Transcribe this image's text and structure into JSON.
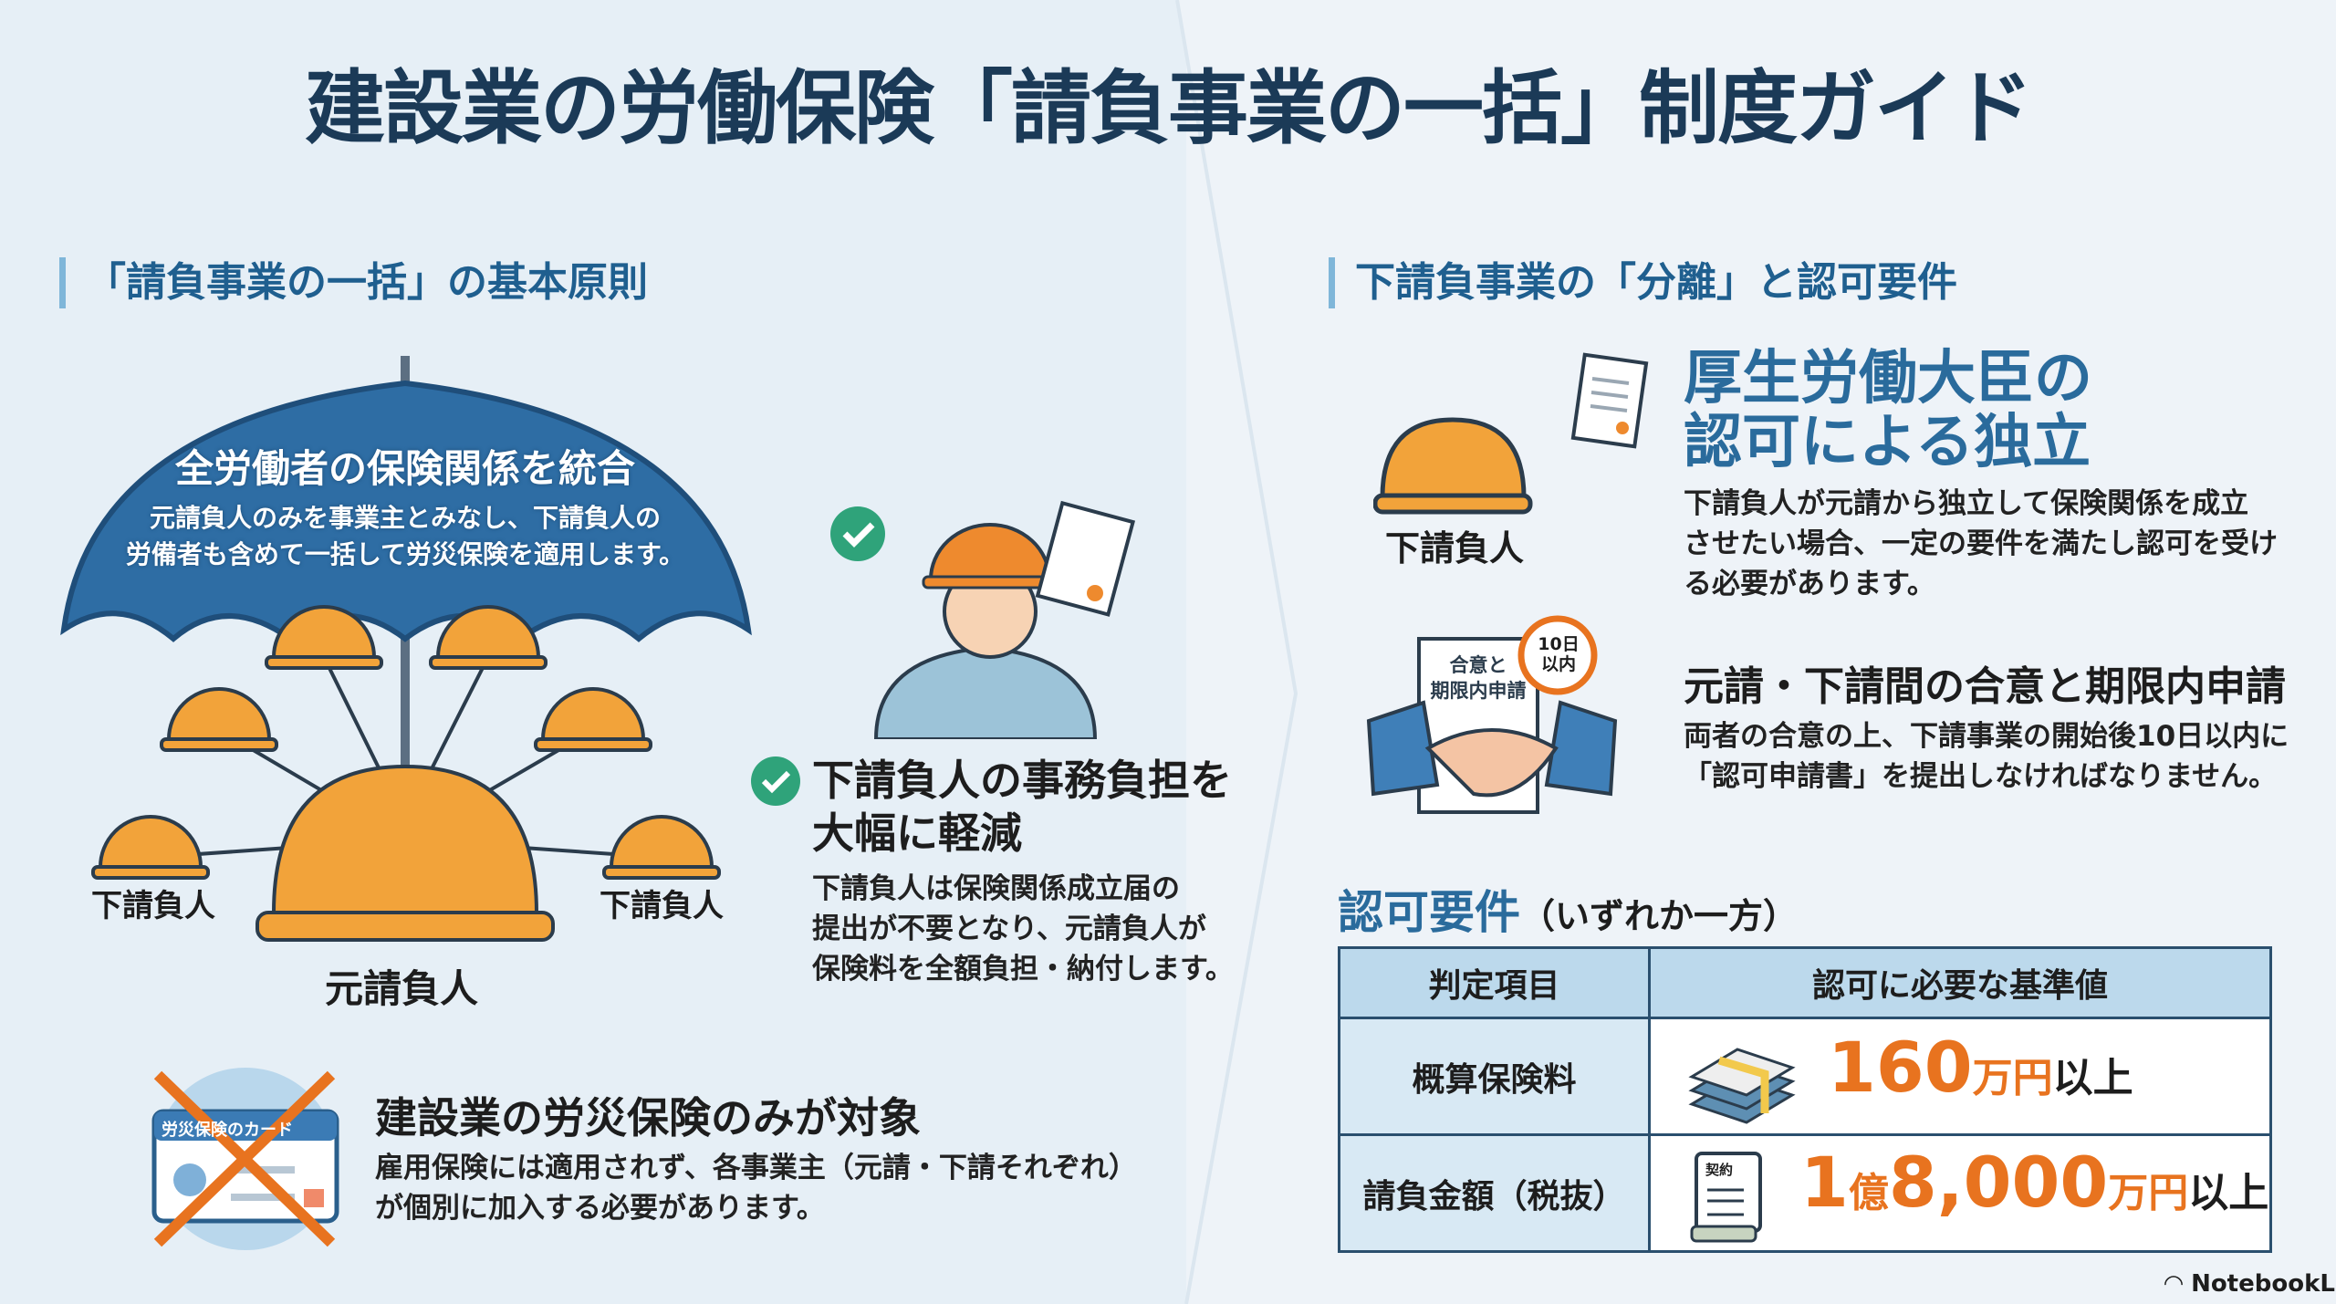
{
  "title": "建設業の労働保険「請負事業の一括」制度ガイド",
  "left": {
    "section_title": "「請負事業の一括」の基本原則",
    "umbrella": {
      "heading": "全労働者の保険関係を統合",
      "lines": [
        "元請負人のみを事業主とみなし、下請負人の",
        "労備者も含めて一括して労災保険を適用します。"
      ]
    },
    "labels": {
      "sub_left": "下請負人",
      "sub_right": "下請負人",
      "main": "元請負人"
    },
    "benefit": {
      "heading_lines": [
        "下請負人の事務負担を",
        "大幅に軽減"
      ],
      "body_lines": [
        "下請負人は保険関係成立届の",
        "提出が不要となり、元請負人が",
        "保険料を全額負担・納付します。"
      ]
    },
    "scope": {
      "card_label": "労災保険のカード",
      "heading": "建設業の労災保険のみが対象",
      "body_lines": [
        "雇用保険には適用されず、各事業主（元請・下請それぞれ）",
        "が個別に加入する必要があります。"
      ]
    }
  },
  "right": {
    "section_title": "下請負事業の「分離」と認可要件",
    "helmet_label": "下請負人",
    "independence": {
      "heading_lines": [
        "厚生労働大臣の",
        "認可による独立"
      ],
      "body_lines": [
        "下請負人が元請から独立して保険関係を成立",
        "させたい場合、一定の要件を満たし認可を受け",
        "る必要があります。"
      ]
    },
    "agreement": {
      "doc_lines": [
        "合意と",
        "期限内申請"
      ],
      "timer_lines": [
        "10日",
        "以内"
      ],
      "heading": "元請・下請間の合意と期限内申請",
      "body_lines": [
        "両者の合意の上、下請事業の開始後10日以内に",
        "「認可申請書」を提出しなければなりません。"
      ]
    },
    "requirements": {
      "title": "認可要件",
      "title_note": "（いずれか一方）",
      "headers": [
        "判定項目",
        "認可に必要な基準値"
      ],
      "rows": [
        {
          "item": "概算保険料",
          "icon": "money-stack-icon",
          "num": "160",
          "unit": "万円",
          "suffix": "以上"
        },
        {
          "item": "請負金額（税抜）",
          "icon": "contract-scroll-icon",
          "icon_label": "契約",
          "num_a": "1",
          "unit_a": "億",
          "num": "8,000",
          "unit": "万円",
          "suffix": "以上"
        }
      ]
    }
  },
  "footer": {
    "brand": "NotebookLM"
  },
  "colors": {
    "navy": "#1b3a57",
    "blue": "#2a6b9c",
    "umbrella": "#2e6da4",
    "orange": "#e8731f",
    "helmet": "#f2a33a",
    "check": "#2fa37a"
  }
}
